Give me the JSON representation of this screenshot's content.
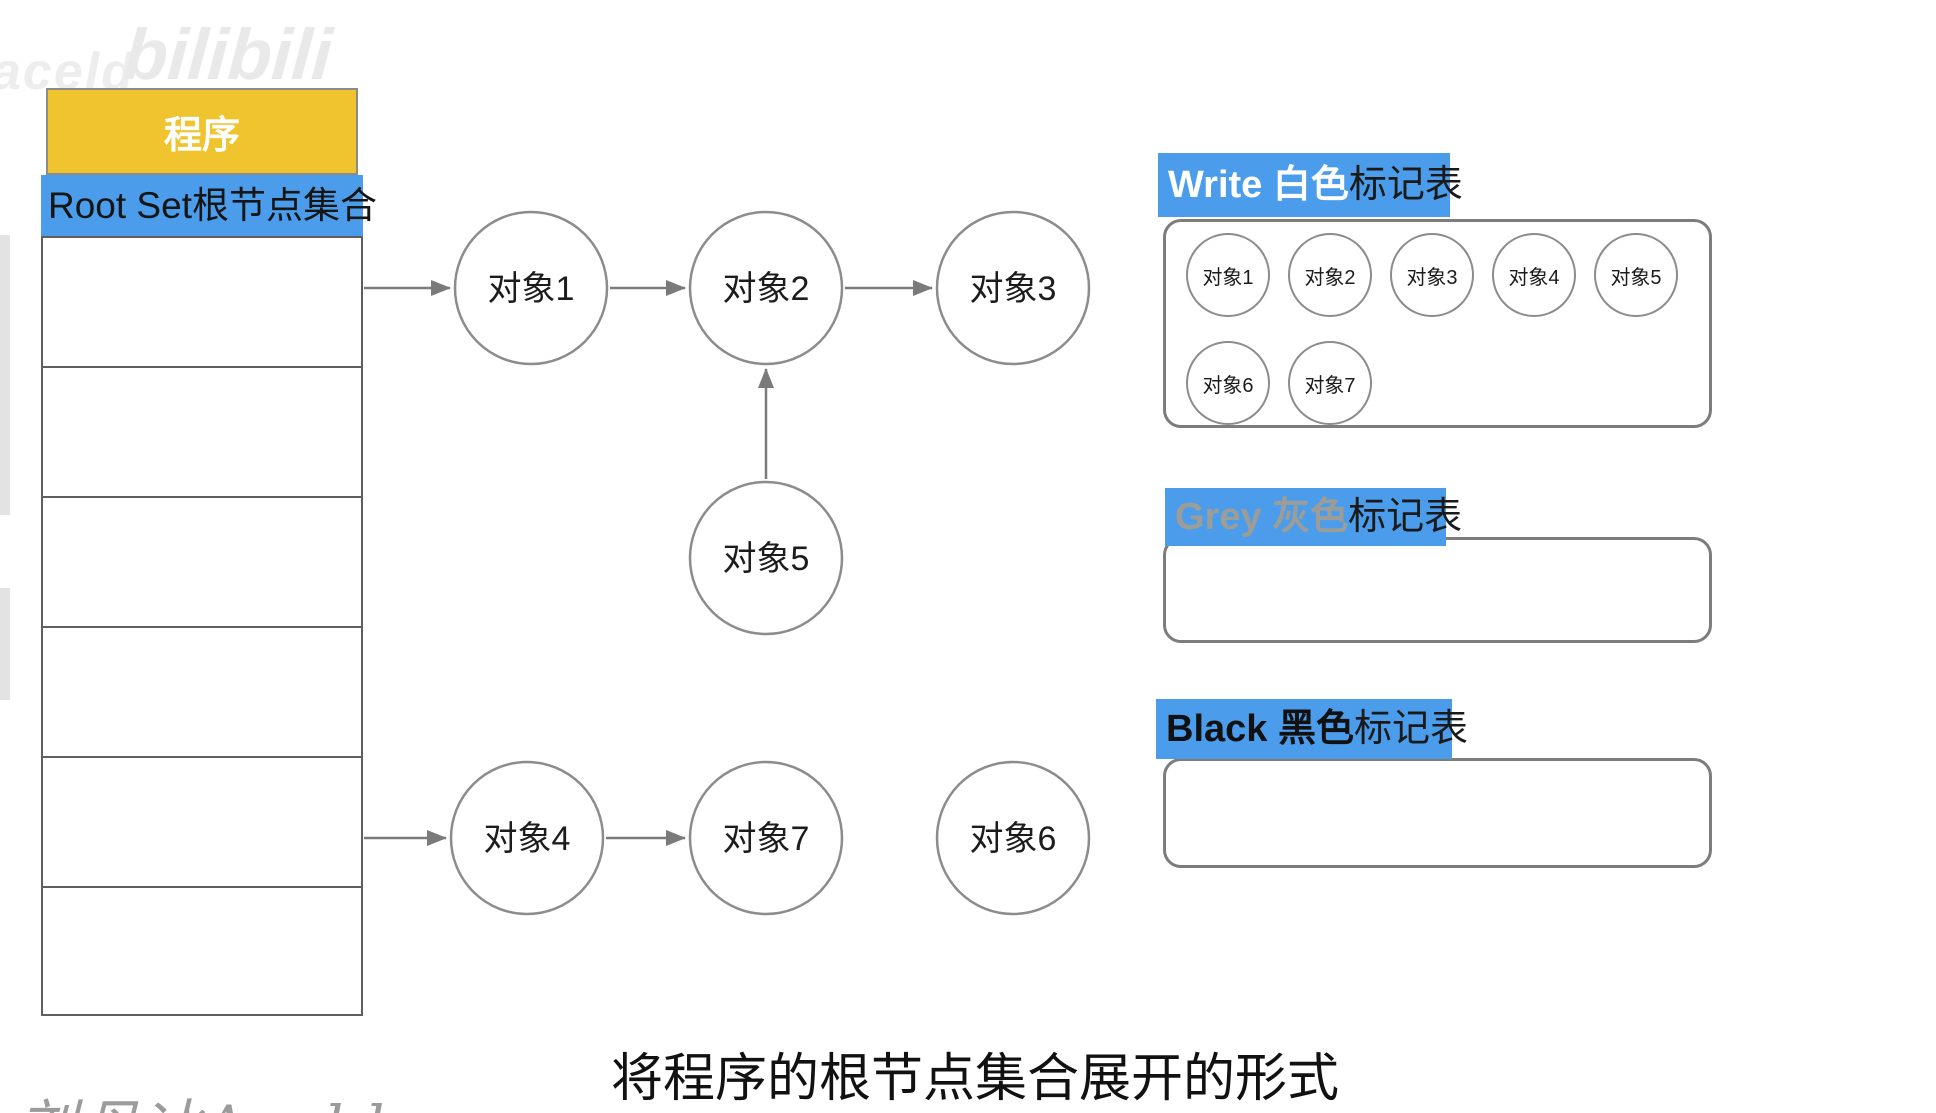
{
  "watermarks": {
    "top_left": "aceld",
    "bilibili": "bilibili",
    "author": "刘丹冰Aceld"
  },
  "program_table": {
    "header": "程序",
    "root_set": "Root Set根节点集合",
    "empty_row_count": 6
  },
  "graph": {
    "nodes": [
      {
        "id": "obj1",
        "label": "对象1"
      },
      {
        "id": "obj2",
        "label": "对象2"
      },
      {
        "id": "obj3",
        "label": "对象3"
      },
      {
        "id": "obj5",
        "label": "对象5"
      },
      {
        "id": "obj4",
        "label": "对象4"
      },
      {
        "id": "obj7",
        "label": "对象7"
      },
      {
        "id": "obj6",
        "label": "对象6"
      }
    ],
    "edges": [
      {
        "from": "root-set",
        "to": "对象1"
      },
      {
        "from": "对象1",
        "to": "对象2"
      },
      {
        "from": "对象2",
        "to": "对象3"
      },
      {
        "from": "对象5",
        "to": "对象2"
      },
      {
        "from": "root-set",
        "to": "对象4"
      },
      {
        "from": "对象4",
        "to": "对象7"
      }
    ]
  },
  "mark_tables": {
    "write": {
      "title_strong": "Write 白色",
      "title_suffix": "标记表",
      "items": [
        "对象1",
        "对象2",
        "对象3",
        "对象4",
        "对象5",
        "对象6",
        "对象7"
      ]
    },
    "grey": {
      "title_strong": "Grey 灰色",
      "title_suffix": "标记表",
      "items": []
    },
    "black": {
      "title_strong": "Black 黑色",
      "title_suffix": "标记表",
      "items": []
    }
  },
  "caption": "将程序的根节点集合展开的形式",
  "colors": {
    "highlight_blue": "#4b9deb",
    "header_yellow": "#f0c42e",
    "border_grey": "#8c8c8c",
    "grey_label_text": "#9d9d97"
  }
}
